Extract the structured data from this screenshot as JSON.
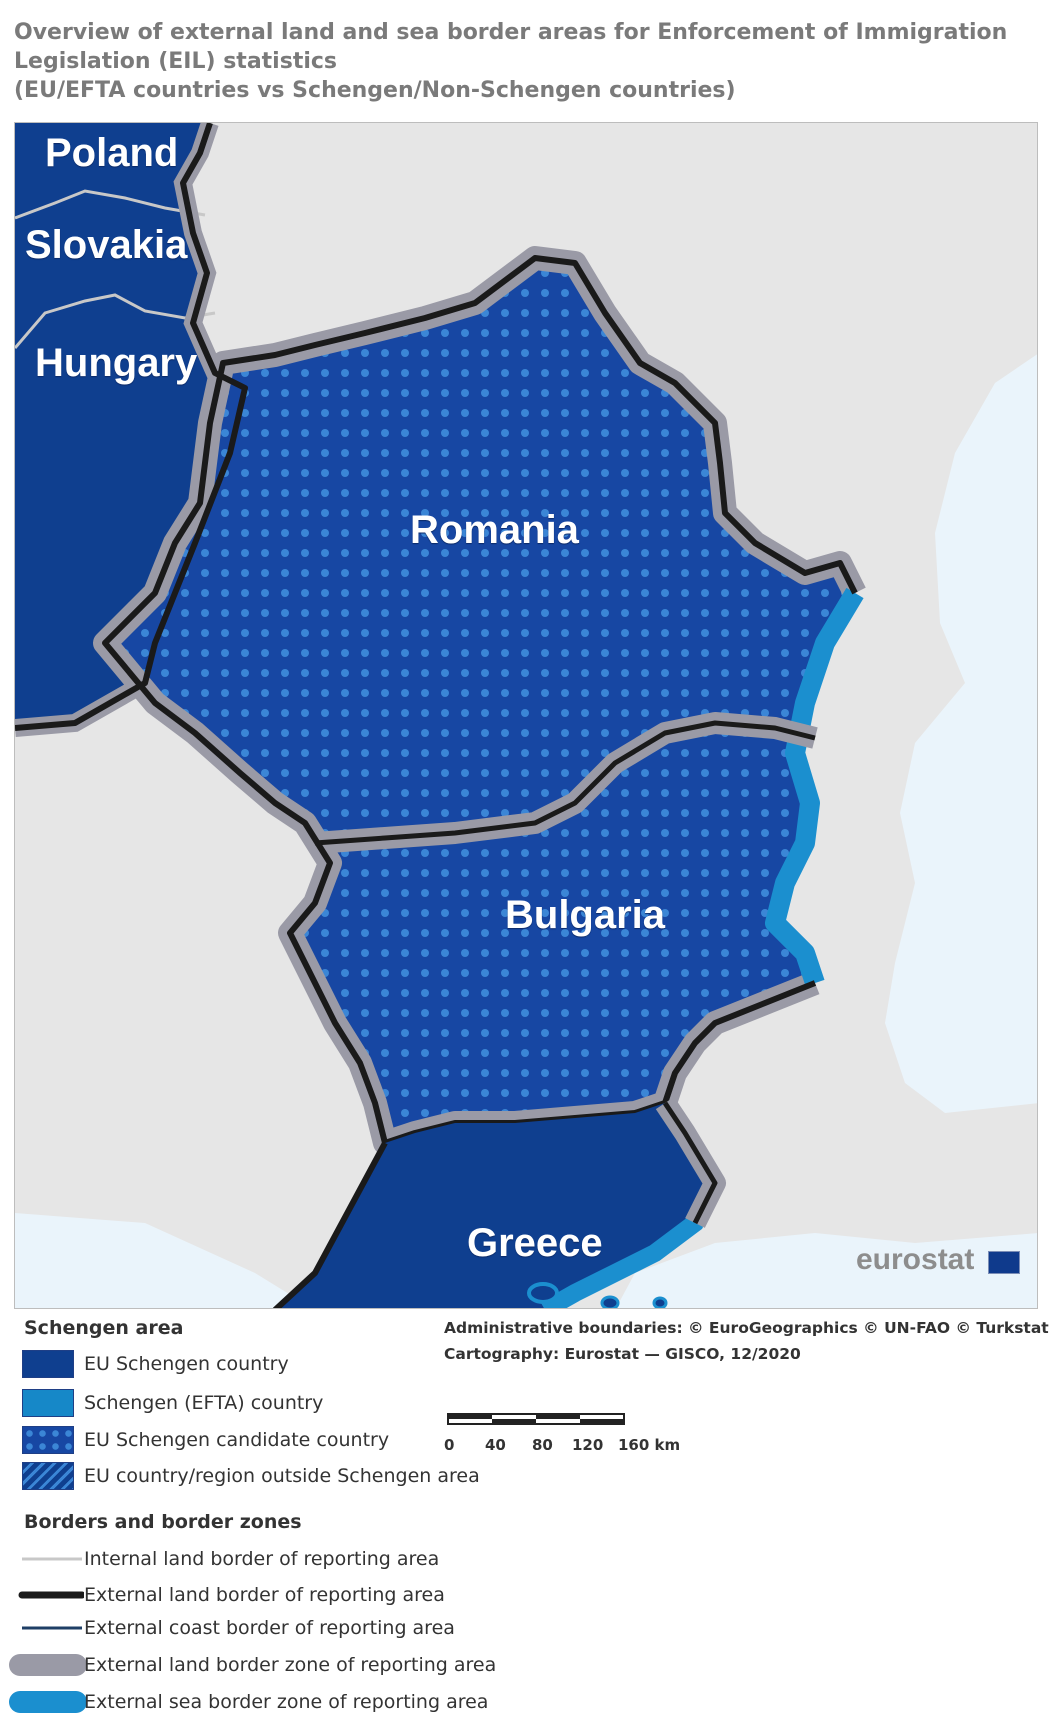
{
  "title": {
    "lines": [
      "Overview of external land and sea border areas  for Enforcement of Immigration",
      "Legislation (EIL) statistics",
      "(EU/EFTA countries vs Schengen/Non-Schengen countries)"
    ]
  },
  "map": {
    "labels": {
      "poland": "Poland",
      "slovakia": "Slovakia",
      "hungary": "Hungary",
      "romania": "Romania",
      "bulgaria": "Bulgaria",
      "greece": "Greece"
    },
    "logo_text": "eurostat"
  },
  "colors": {
    "eu_schengen": "#0f3f8f",
    "efta": "#1688c8",
    "candidate": "#1747a3",
    "candidate_dots": "#3b86d6",
    "land_zone": "#9a9aa6",
    "sea_zone": "#1b8fcf",
    "sea": "#eaf4fb",
    "outside_land": "#e6e6e6",
    "land_border": "#1a1a1a",
    "internal_border": "#c8c8c8",
    "text_dark": "#333333",
    "title_gray": "#7a7a7a"
  },
  "legend": {
    "schengen_heading": "Schengen area",
    "schengen_items": [
      {
        "label": "EU Schengen country",
        "icon": "solid-dark-blue-swatch"
      },
      {
        "label": "Schengen (EFTA)  country",
        "icon": "solid-light-blue-swatch"
      },
      {
        "label": "EU Schengen candidate country",
        "icon": "dotted-blue-swatch"
      },
      {
        "label": "EU country/region outside Schengen area",
        "icon": "hatched-blue-swatch"
      }
    ],
    "borders_heading": "Borders and border zones",
    "border_items": [
      {
        "label": "Internal land border of reporting area",
        "icon": "thin-gray-line"
      },
      {
        "label": "External land border of reporting area",
        "icon": "thick-black-line"
      },
      {
        "label": "External coast border of reporting area",
        "icon": "thin-navy-line"
      },
      {
        "label": "External land border zone of reporting area",
        "icon": "gray-band"
      },
      {
        "label": "External sea border zone of reporting area",
        "icon": "blue-band"
      }
    ]
  },
  "credits": {
    "line1": "Administrative boundaries: © EuroGeographics © UN-FAO © Turkstat",
    "line2": "Cartography: Eurostat — GISCO, 12/2020"
  },
  "scale_bar": {
    "ticks": [
      "0",
      "40",
      "80",
      "120",
      "160 km"
    ]
  }
}
